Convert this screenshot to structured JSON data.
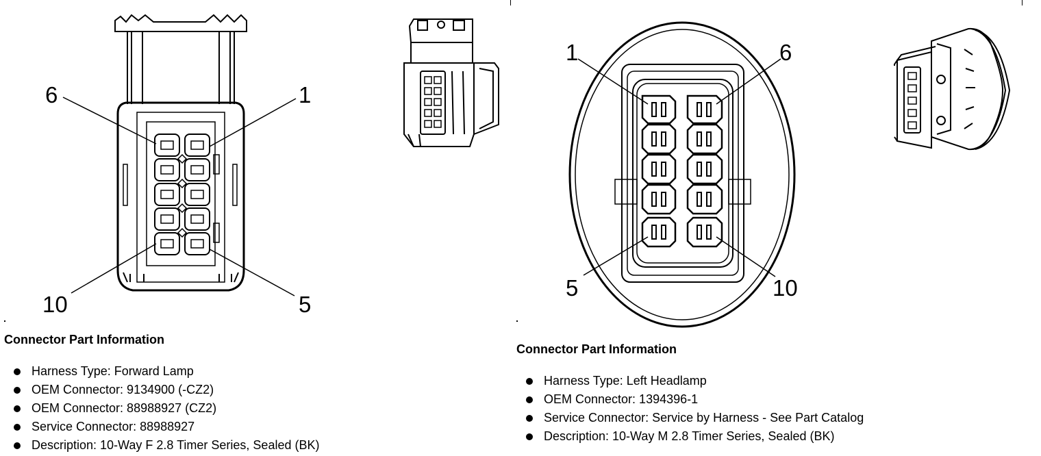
{
  "left": {
    "pin_labels": {
      "p6": "6",
      "p1": "1",
      "p10": "10",
      "p5": "5"
    },
    "info": {
      "title": "Connector Part Information",
      "items": [
        "Harness Type: Forward Lamp",
        "OEM Connector: 9134900 (-CZ2)",
        "OEM Connector: 88988927 (CZ2)",
        "Service Connector: 88988927",
        "Description: 10-Way F 2.8 Timer Series, Sealed (BK)"
      ]
    }
  },
  "right": {
    "pin_labels": {
      "p1": "1",
      "p6": "6",
      "p5": "5",
      "p10": "10"
    },
    "info": {
      "title": "Connector Part Information",
      "items": [
        "Harness Type: Left Headlamp",
        "OEM Connector: 1394396-1",
        "Service Connector: Service by Harness - See Part Catalog",
        "Description: 10-Way M 2.8 Timer Series, Sealed (BK)"
      ]
    }
  }
}
